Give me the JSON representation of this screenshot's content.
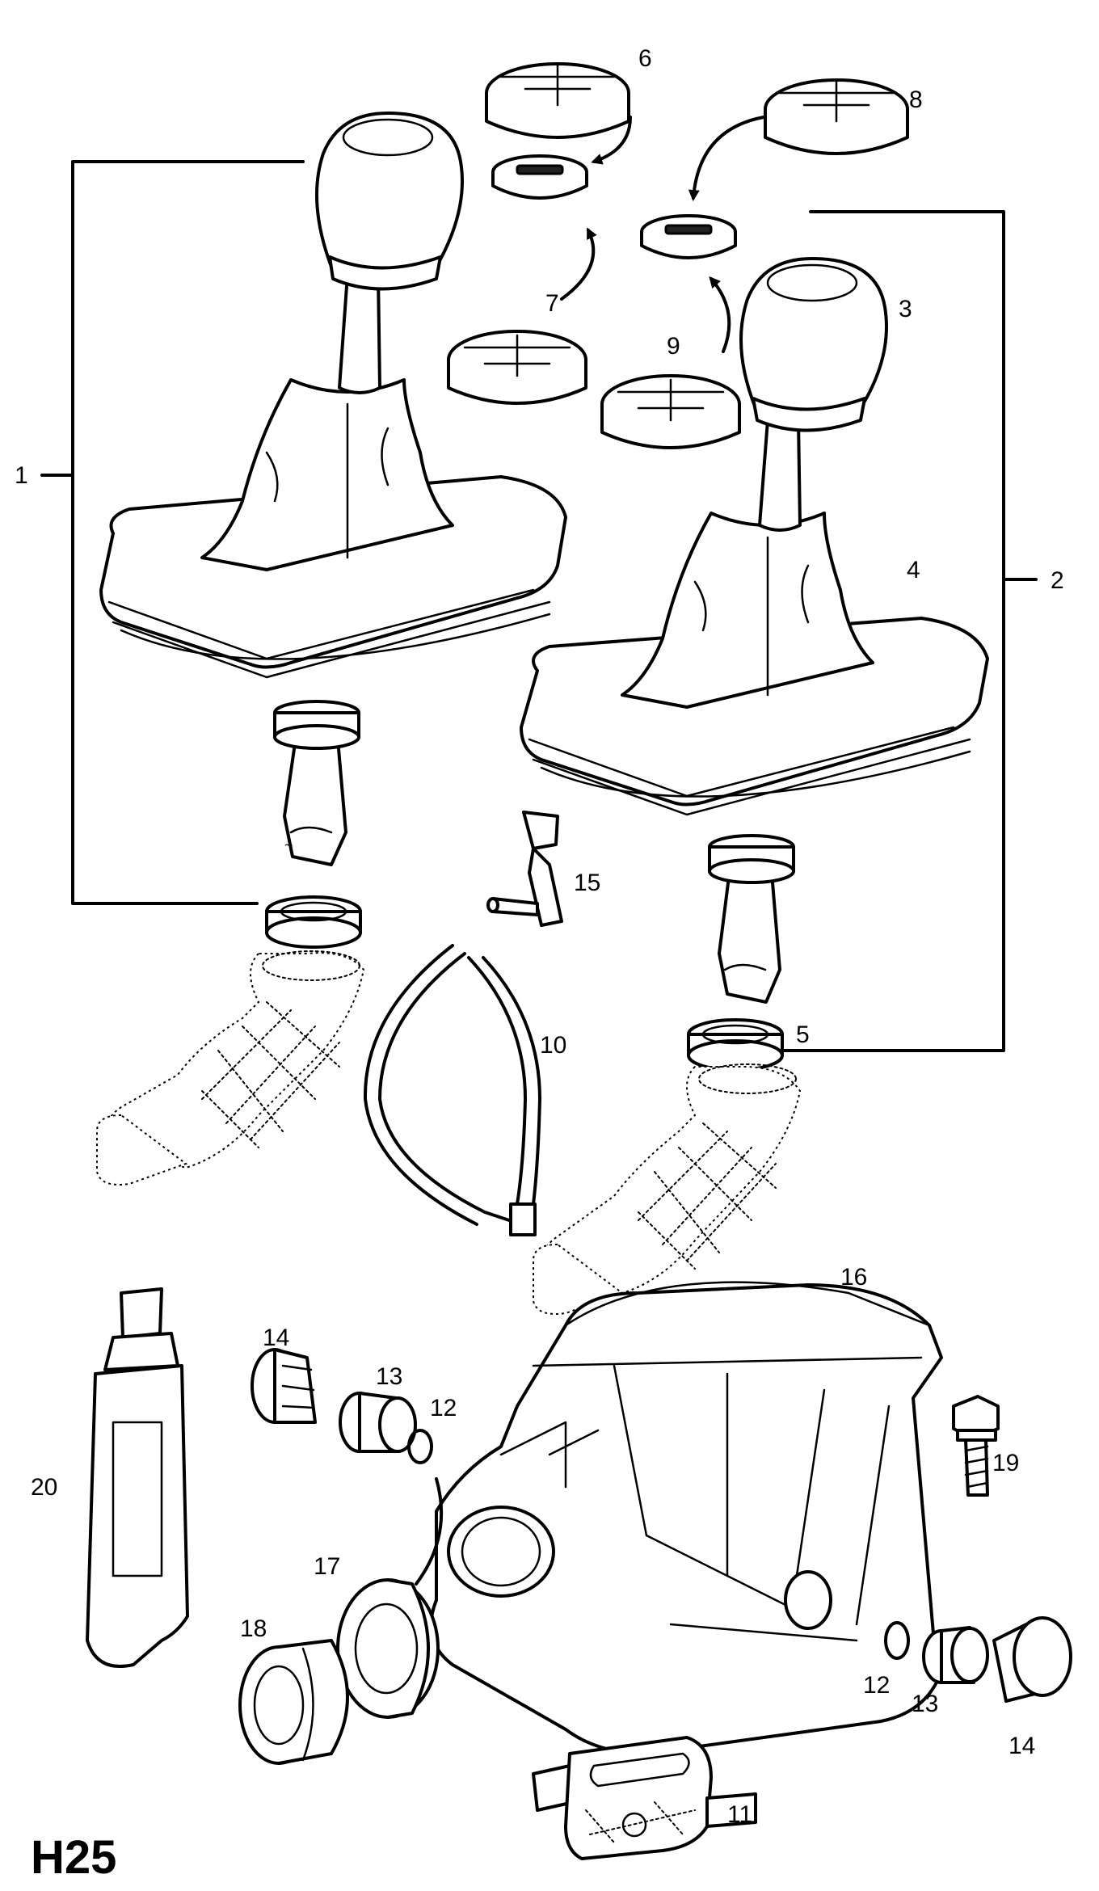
{
  "diagram": {
    "plate_code": "H25",
    "callouts": {
      "n1": "1",
      "n2": "2",
      "n3": "3",
      "n4": "4",
      "n5": "5",
      "n6": "6",
      "n7": "7",
      "n8": "8",
      "n9": "9",
      "n10": "10",
      "n11": "11",
      "n12a": "12",
      "n12b": "12",
      "n13a": "13",
      "n13b": "13",
      "n14a": "14",
      "n14b": "14",
      "n15": "15",
      "n16": "16",
      "n17": "17",
      "n18": "18",
      "n19": "19",
      "n20": "20"
    }
  }
}
